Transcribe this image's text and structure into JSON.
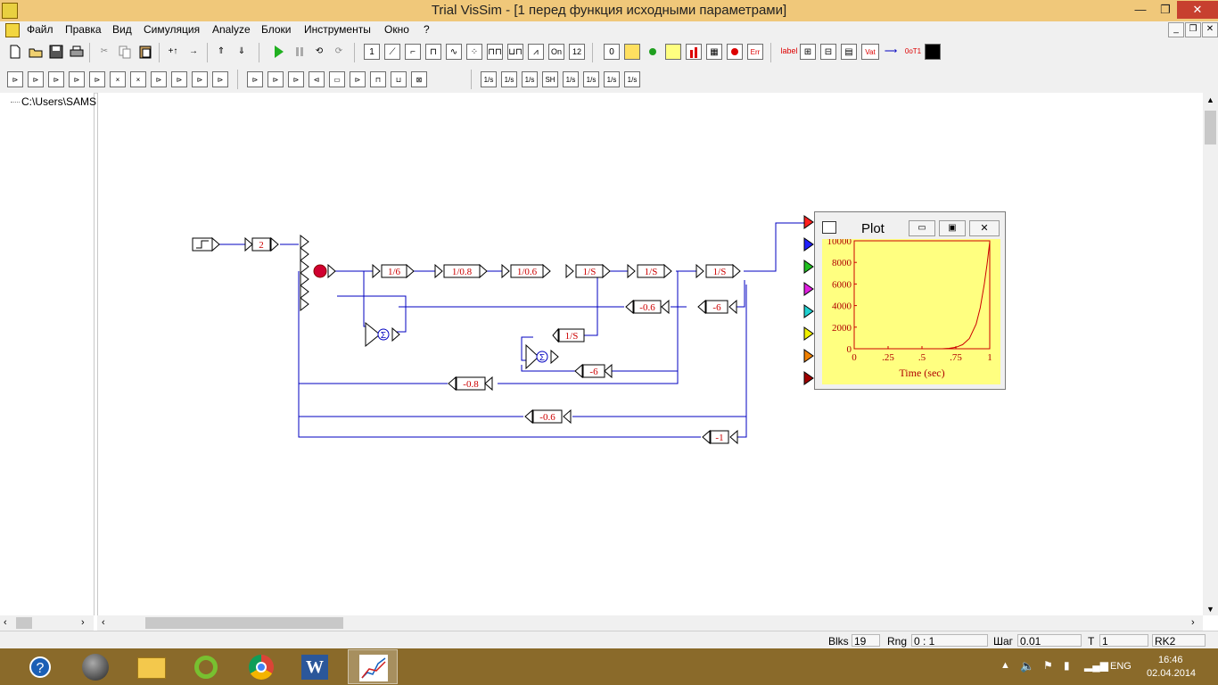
{
  "window": {
    "title": "Trial VisSim - [1 перед функция исходными параметрами]",
    "minimize_glyph": "—",
    "maximize_glyph": "❐",
    "close_glyph": "✕"
  },
  "menu": {
    "items": [
      "Файл",
      "Правка",
      "Вид",
      "Симуляция",
      "Analyze",
      "Блоки",
      "Инструменты",
      "Окно",
      "?"
    ]
  },
  "toolbar1": {
    "icons": [
      "new-file",
      "open-file",
      "save",
      "print",
      "cut",
      "copy",
      "paste",
      "insert-up",
      "insert-right",
      "stack-up",
      "stack-down",
      "run",
      "pause",
      "step",
      "reset",
      "block-1",
      "block-2",
      "block-3",
      "block-4",
      "block-5",
      "block-6",
      "block-7",
      "block-8",
      "block-9",
      "block-on",
      "block-12",
      "block-0",
      "sim-a",
      "sim-b",
      "sim-c",
      "sim-d",
      "sim-e",
      "sim-f",
      "sim-g",
      "label",
      "io-a",
      "io-b",
      "io-c",
      "var",
      "arrow",
      "oo",
      "color-black"
    ],
    "labels": {
      "on": "On",
      "twelve": "12",
      "zero": "0",
      "label": "label",
      "var": "Vat",
      "oo": "0oT1"
    }
  },
  "toolbar2": {
    "labels": [
      "1/s",
      "1/s",
      "1/s",
      "SH",
      "1/s",
      "1/s",
      "1/s",
      "1/s"
    ]
  },
  "tree": {
    "root_label": "C:\\Users\\SAMS"
  },
  "diagram": {
    "gains": {
      "g2": "2",
      "g_1_6": "1/6",
      "g_1_08": "1/0.8",
      "g_1_06": "1/0.6",
      "int1": "1/S",
      "int2": "1/S",
      "int3": "1/S",
      "int4": "1/S",
      "fb_06": "-0.6",
      "fb_6a": "-6",
      "fb_6b": "-6",
      "fb_08": "-0.8",
      "fb_06b": "-0.6",
      "fb_1": "-1"
    },
    "sum_symbol": "Σ"
  },
  "plot": {
    "title": "Plot",
    "xlabel": "Time (sec)",
    "btn_min": "▭",
    "btn_max": "▣",
    "btn_close": "✕"
  },
  "chart_data": {
    "type": "line",
    "title": "Plot",
    "xlabel": "Time (sec)",
    "ylabel": "",
    "xlim": [
      0,
      1
    ],
    "ylim": [
      0,
      10000
    ],
    "x_ticks": [
      "0",
      ".25",
      ".5",
      ".75",
      "1"
    ],
    "y_ticks": [
      "0",
      "2000",
      "4000",
      "6000",
      "8000",
      "10000"
    ],
    "x": [
      0,
      0.1,
      0.2,
      0.3,
      0.4,
      0.5,
      0.6,
      0.65,
      0.7,
      0.75,
      0.8,
      0.85,
      0.9,
      0.93,
      0.96,
      0.98,
      1.0
    ],
    "y": [
      0,
      0,
      0,
      0,
      0,
      0,
      0,
      5,
      40,
      130,
      380,
      950,
      2300,
      3800,
      6000,
      7800,
      9900
    ],
    "series_color": "#cc0000",
    "grid": false
  },
  "statusbar": {
    "blks_label": "Blks",
    "blks_value": "19",
    "rng_label": "Rng",
    "rng_value": "0 : 1",
    "step_label": "Шаг",
    "step_value": "0.01",
    "t_label": "T",
    "t_value": "1",
    "method": "RK2"
  },
  "taskbar": {
    "lang": "ENG",
    "time": "16:46",
    "date": "02.04.2014",
    "apps": [
      "help",
      "media",
      "explorer",
      "utorrent",
      "chrome",
      "word",
      "vissim"
    ]
  },
  "colors": {
    "title_bg": "#f0c87a",
    "wire": "#0000c0",
    "block_text": "#cc0000",
    "plot_bg": "#ffff80",
    "taskbar_bg": "#8a6a2a"
  }
}
